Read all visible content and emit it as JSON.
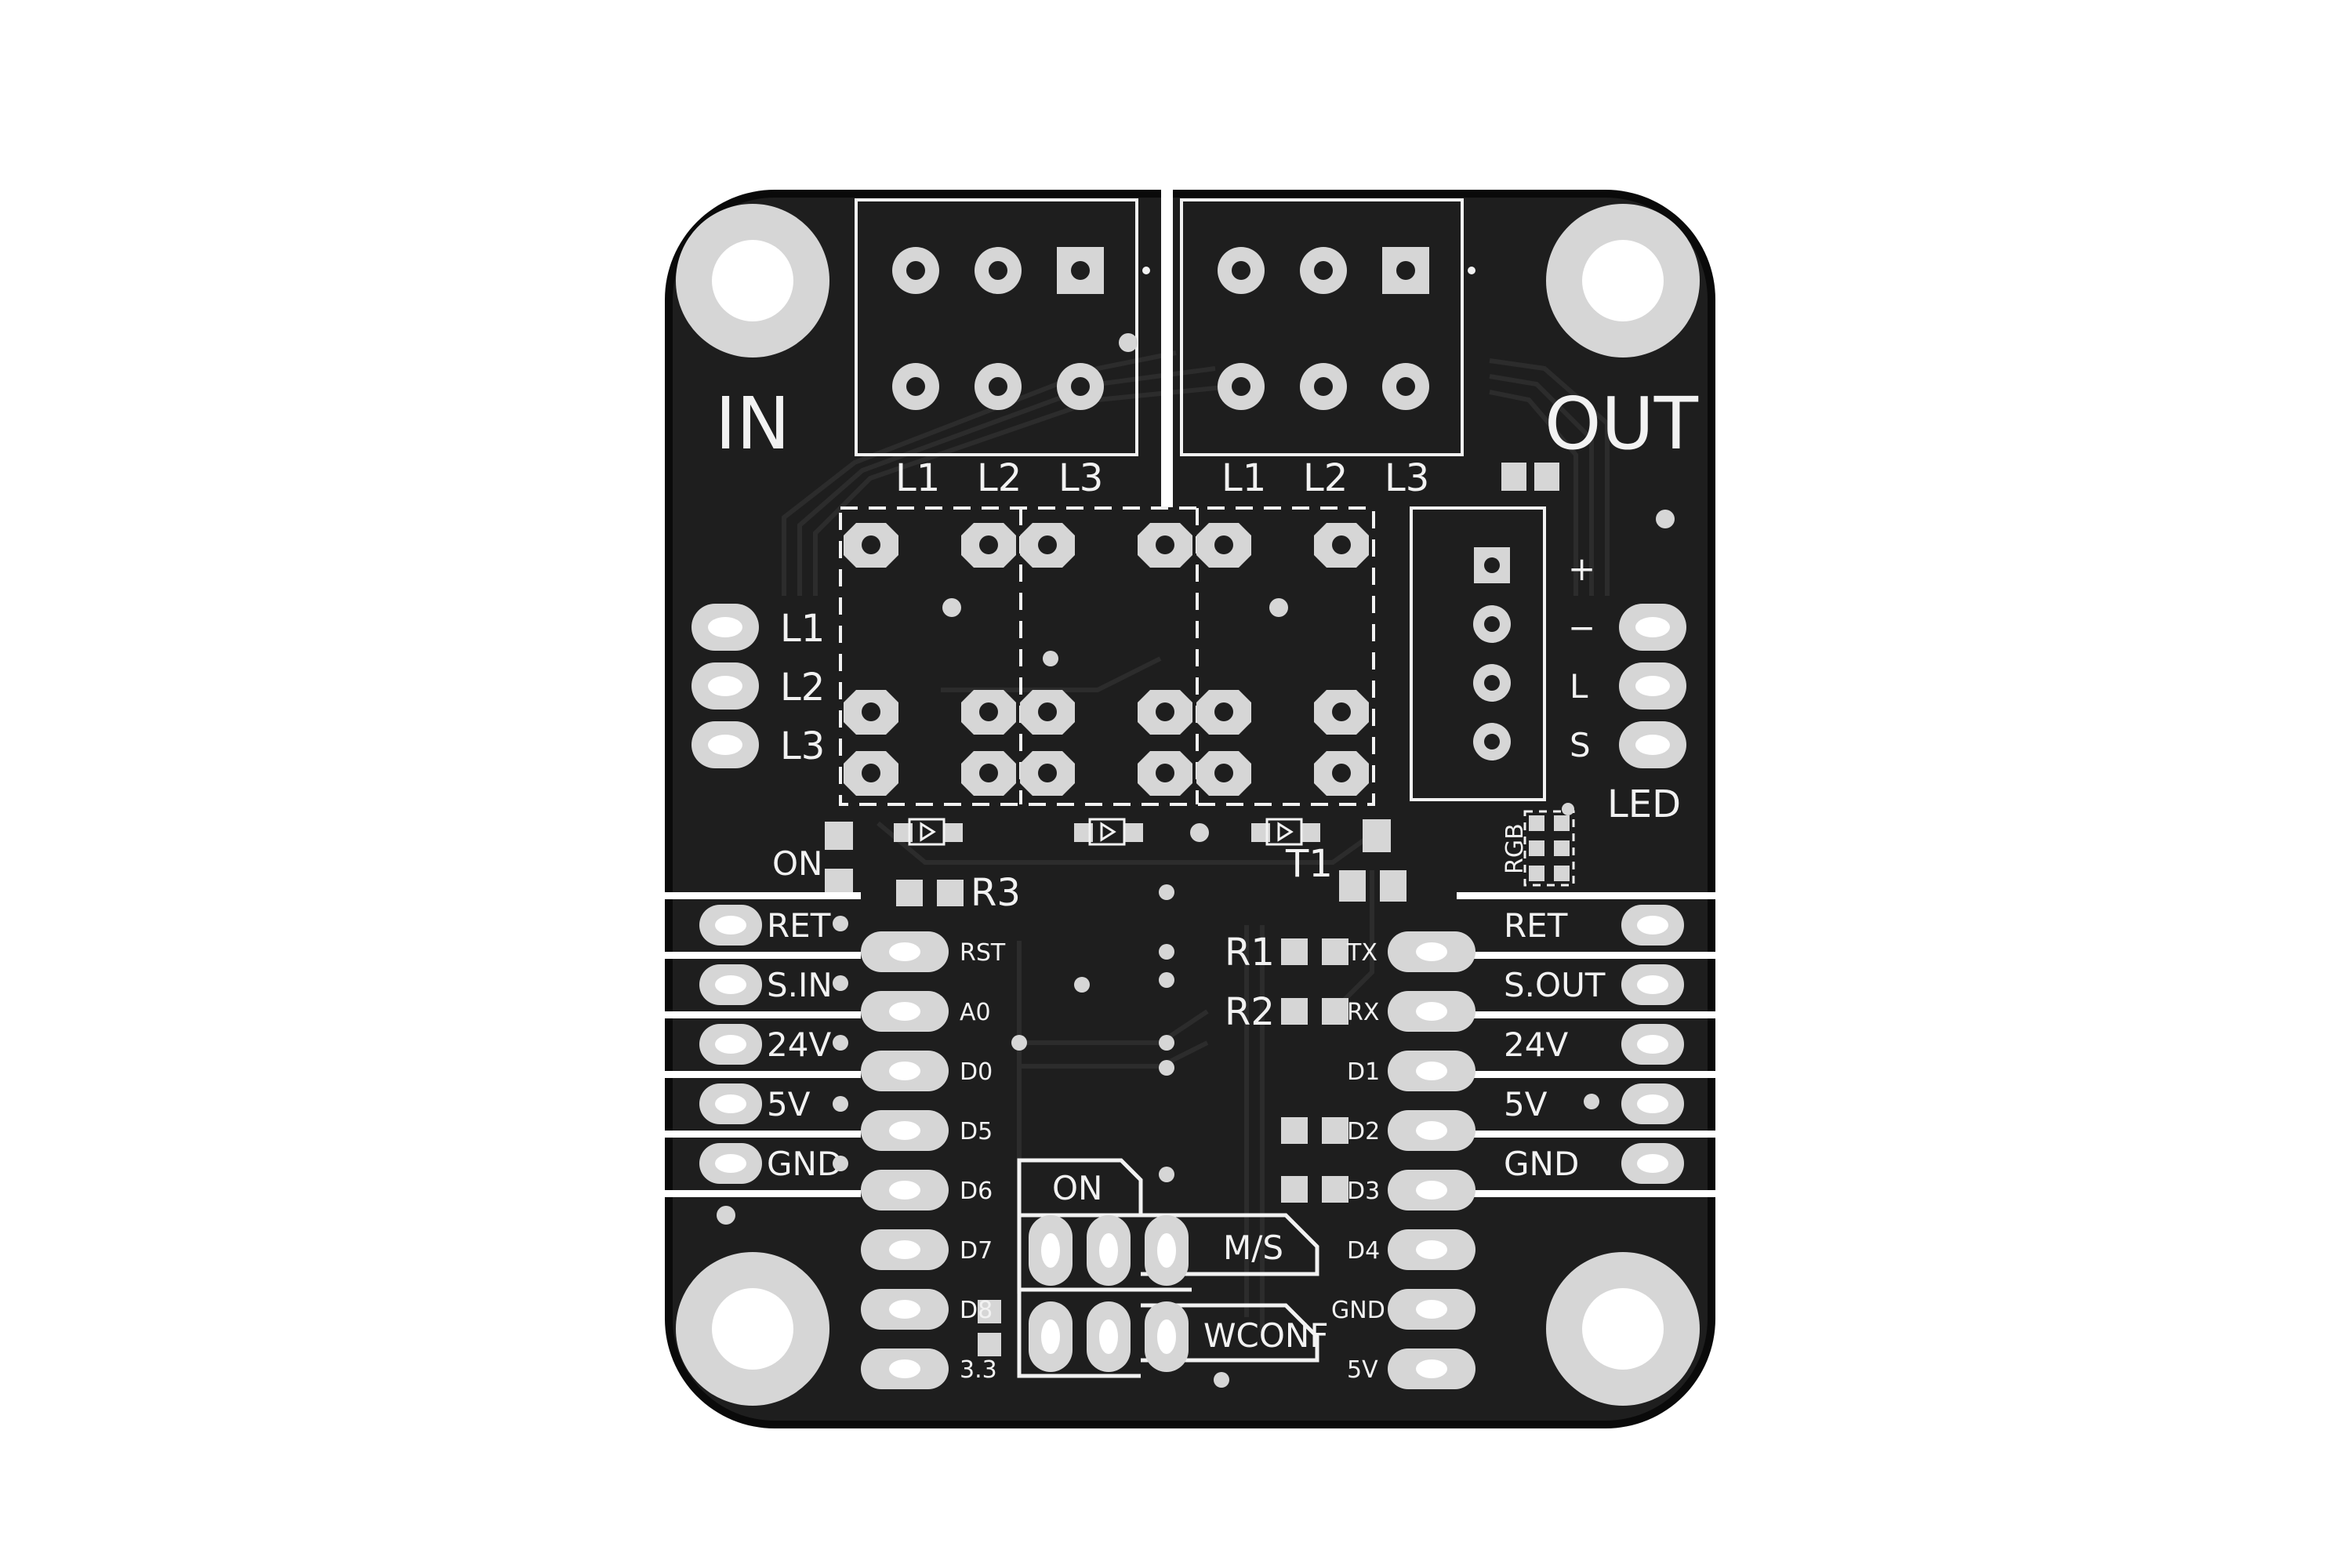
{
  "board": {
    "colors": {
      "board": "#1e1e1e",
      "edge": "#0a0a0a",
      "copper": "#d6d6d6",
      "silkscreen": "#f2f2f2",
      "trace": "#2a2a2a"
    },
    "headings": {
      "in": "IN",
      "out": "OUT",
      "led": "LED",
      "t1": "T1"
    },
    "in_connector_labels": [
      "L1",
      "L2",
      "L3"
    ],
    "out_connector_labels": [
      "L1",
      "L2",
      "L3"
    ],
    "left_line_labels": [
      "L1",
      "L2",
      "L3"
    ],
    "led_header_labels": [
      "+",
      "−",
      "L",
      "S"
    ],
    "left_bus_labels": [
      "RET",
      "S.IN",
      "24V",
      "5V",
      "GND"
    ],
    "right_bus_labels": [
      "RET",
      "S.OUT",
      "24V",
      "5V",
      "GND"
    ],
    "mcu_left_pins": [
      "RST",
      "A0",
      "D0",
      "D5",
      "D6",
      "D7",
      "D8",
      "3.3"
    ],
    "mcu_right_pins": [
      "TX",
      "RX",
      "D1",
      "D2",
      "D3",
      "D4",
      "GND",
      "5V"
    ],
    "components": {
      "r1": "R1",
      "r2": "R2",
      "r3": "R3",
      "on_led": "ON",
      "rgb": "RGB"
    },
    "jumpers": {
      "on": "ON",
      "ms": "M/S",
      "wconf": "WCONF"
    }
  }
}
